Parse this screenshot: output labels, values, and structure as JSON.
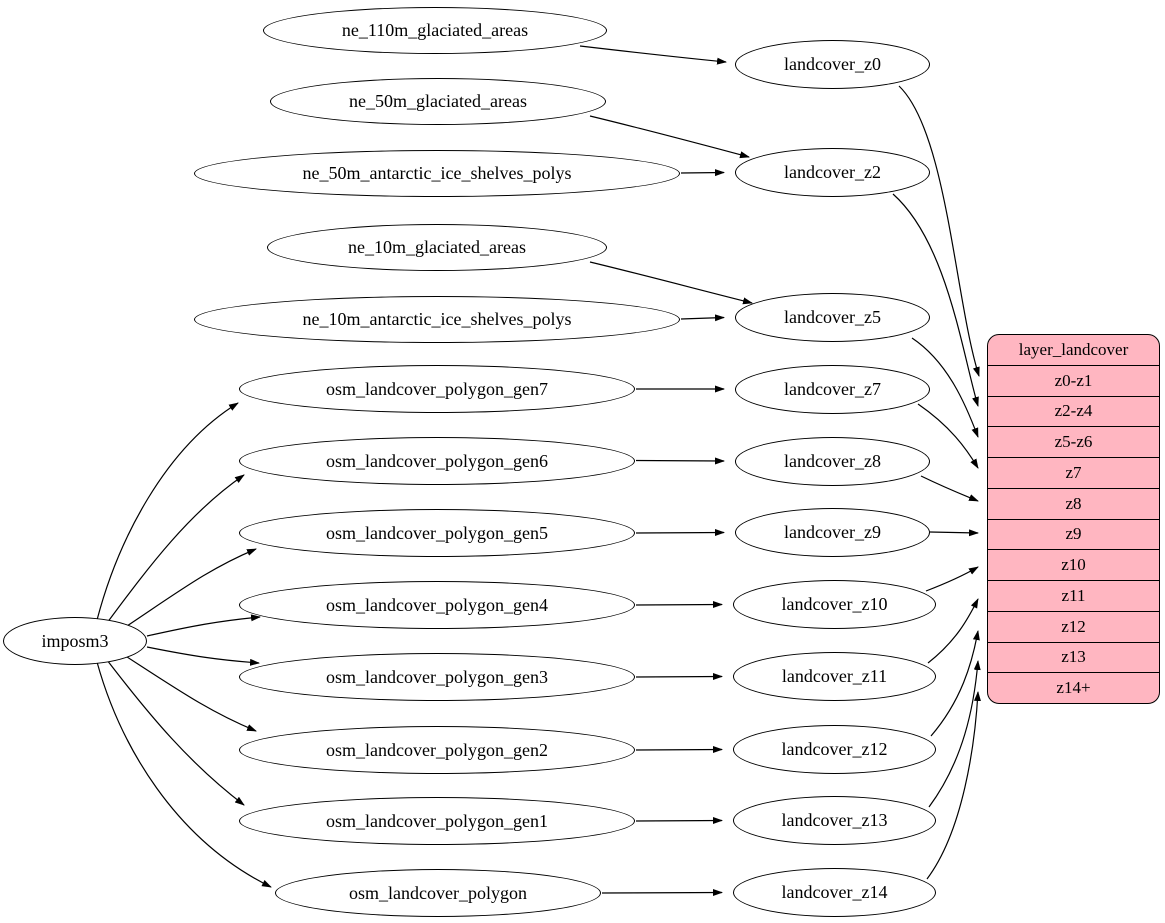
{
  "nodes": {
    "imposm3": "imposm3",
    "ne_110m_glaciated_areas": "ne_110m_glaciated_areas",
    "ne_50m_glaciated_areas": "ne_50m_glaciated_areas",
    "ne_50m_antarctic_ice_shelves_polys": "ne_50m_antarctic_ice_shelves_polys",
    "ne_10m_glaciated_areas": "ne_10m_glaciated_areas",
    "ne_10m_antarctic_ice_shelves_polys": "ne_10m_antarctic_ice_shelves_polys",
    "osm_landcover_polygon_gen7": "osm_landcover_polygon_gen7",
    "osm_landcover_polygon_gen6": "osm_landcover_polygon_gen6",
    "osm_landcover_polygon_gen5": "osm_landcover_polygon_gen5",
    "osm_landcover_polygon_gen4": "osm_landcover_polygon_gen4",
    "osm_landcover_polygon_gen3": "osm_landcover_polygon_gen3",
    "osm_landcover_polygon_gen2": "osm_landcover_polygon_gen2",
    "osm_landcover_polygon_gen1": "osm_landcover_polygon_gen1",
    "osm_landcover_polygon": "osm_landcover_polygon",
    "landcover_z0": "landcover_z0",
    "landcover_z2": "landcover_z2",
    "landcover_z5": "landcover_z5",
    "landcover_z7": "landcover_z7",
    "landcover_z8": "landcover_z8",
    "landcover_z9": "landcover_z9",
    "landcover_z10": "landcover_z10",
    "landcover_z11": "landcover_z11",
    "landcover_z12": "landcover_z12",
    "landcover_z13": "landcover_z13",
    "landcover_z14": "landcover_z14"
  },
  "table": {
    "title": "layer_landcover",
    "rows": [
      "z0-z1",
      "z2-z4",
      "z5-z6",
      "z7",
      "z8",
      "z9",
      "z10",
      "z11",
      "z12",
      "z13",
      "z14+"
    ]
  },
  "colors": {
    "table_fill": "#ffb6c1",
    "node_fill": "#ffffff",
    "edge": "#000000"
  }
}
